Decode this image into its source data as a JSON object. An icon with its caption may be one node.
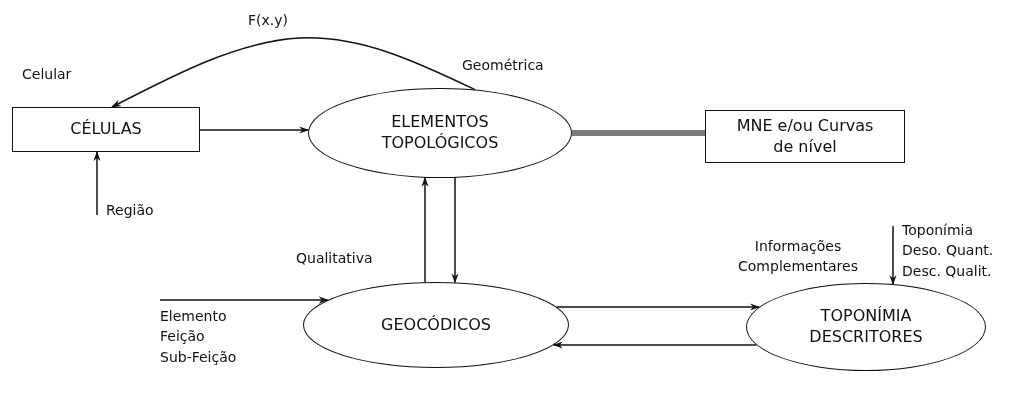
{
  "diagram": {
    "nodes": [
      {
        "text": [
          "CÉLULAS"
        ]
      },
      {
        "text": [
          "ELEMENTOS TOPOLÓGICOS"
        ]
      },
      {
        "text": [
          "MNE e/ou Curvas de nível"
        ]
      },
      {
        "text": [
          "GEOCÓDICOS"
        ]
      },
      {
        "text": [
          "TOPONÍMIA DESCRITORES"
        ]
      }
    ],
    "edges": [
      {
        "from": 0,
        "to": 1,
        "arrow": "to"
      },
      {
        "from": 1,
        "to": 0,
        "arrow": "to",
        "label": "F(x.y)"
      },
      {
        "from": 1,
        "to": 2,
        "arrow": "none",
        "style": "thick",
        "color": "#7a7a7a"
      },
      {
        "from": null,
        "to": 0,
        "arrow": "to",
        "label": "Região"
      },
      {
        "from": 3,
        "to": 1,
        "arrow": "to",
        "label": "Qualitativa"
      },
      {
        "from": 1,
        "to": 3,
        "arrow": "to"
      },
      {
        "from": null,
        "to": 3,
        "arrow": "to",
        "label": "Elemento Feição Sub-Feição"
      },
      {
        "from": 3,
        "to": 4,
        "arrow": "to"
      },
      {
        "from": 4,
        "to": 3,
        "arrow": "to"
      },
      {
        "from": null,
        "to": 4,
        "arrow": "to",
        "label": "Toponímia Deso. Quant. Desc. Qualit."
      }
    ],
    "labels": [
      "Celular",
      "Geométrica",
      "Informações Complementares"
    ]
  }
}
